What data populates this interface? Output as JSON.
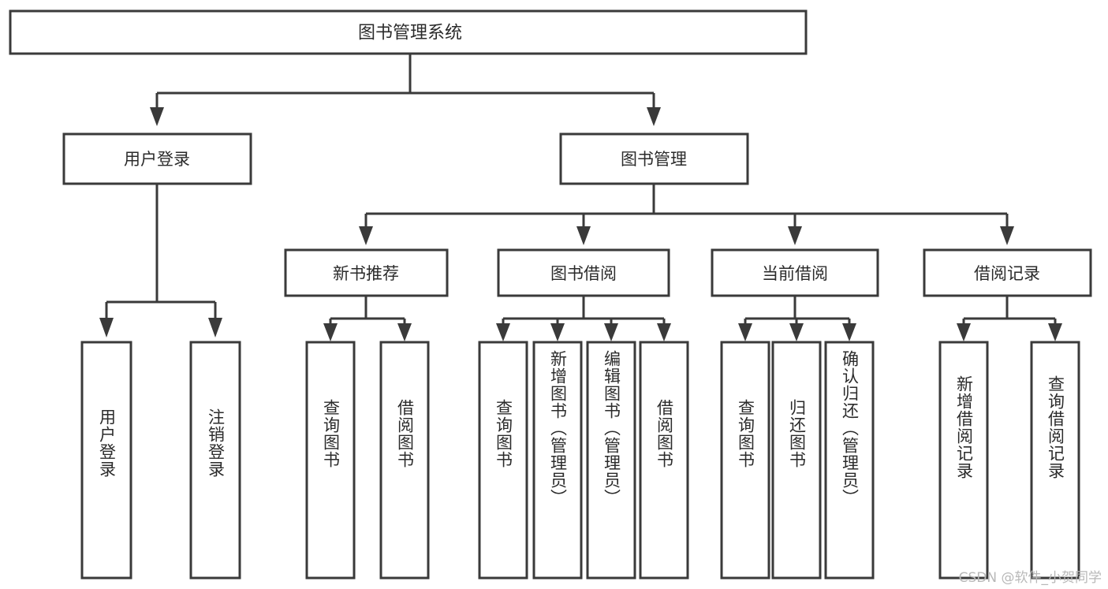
{
  "diagram": {
    "type": "tree-hierarchy",
    "orientation": "top-down",
    "root": {
      "id": "root",
      "label": "图书管理系统",
      "orientation": "horizontal"
    },
    "level2": [
      {
        "id": "user-login",
        "label": "用户登录",
        "orientation": "horizontal"
      },
      {
        "id": "book-manage",
        "label": "图书管理",
        "orientation": "horizontal"
      }
    ],
    "level3": [
      {
        "id": "new-book-recommend",
        "label": "新书推荐",
        "orientation": "horizontal",
        "parent": "book-manage"
      },
      {
        "id": "book-borrow",
        "label": "图书借阅",
        "orientation": "horizontal",
        "parent": "book-manage"
      },
      {
        "id": "current-borrow",
        "label": "当前借阅",
        "orientation": "horizontal",
        "parent": "book-manage"
      },
      {
        "id": "borrow-record",
        "label": "借阅记录",
        "orientation": "horizontal",
        "parent": "book-manage"
      }
    ],
    "leaves": [
      {
        "id": "leaf-user-login",
        "label": "用户登录",
        "orientation": "vertical",
        "parent": "user-login"
      },
      {
        "id": "leaf-logout-login",
        "label": "注销登录",
        "orientation": "vertical",
        "parent": "user-login"
      },
      {
        "id": "leaf-query-book-1",
        "label": "查询图书",
        "orientation": "vertical",
        "parent": "new-book-recommend"
      },
      {
        "id": "leaf-borrow-book-1",
        "label": "借阅图书",
        "orientation": "vertical",
        "parent": "new-book-recommend"
      },
      {
        "id": "leaf-query-book-2",
        "label": "查询图书",
        "orientation": "vertical",
        "parent": "book-borrow"
      },
      {
        "id": "leaf-add-book",
        "label": "新增图书（管理员）",
        "orientation": "vertical",
        "parent": "book-borrow"
      },
      {
        "id": "leaf-edit-book",
        "label": "编辑图书（管理员）",
        "orientation": "vertical",
        "parent": "book-borrow"
      },
      {
        "id": "leaf-borrow-book-2",
        "label": "借阅图书",
        "orientation": "vertical",
        "parent": "book-borrow"
      },
      {
        "id": "leaf-query-book-3",
        "label": "查询图书",
        "orientation": "vertical",
        "parent": "current-borrow"
      },
      {
        "id": "leaf-return-book",
        "label": "归还图书",
        "orientation": "vertical",
        "parent": "current-borrow"
      },
      {
        "id": "leaf-confirm-return",
        "label": "确认归还（管理员）",
        "orientation": "vertical",
        "parent": "current-borrow"
      },
      {
        "id": "leaf-add-record",
        "label": "新增借阅记录",
        "orientation": "vertical",
        "parent": "borrow-record"
      },
      {
        "id": "leaf-query-record",
        "label": "查询借阅记录",
        "orientation": "vertical",
        "parent": "borrow-record"
      }
    ],
    "colors": {
      "box_stroke": "#3a3a3a",
      "box_fill": "#ffffff",
      "text": "#2b2b2b",
      "connector": "#3a3a3a",
      "background": "#ffffff",
      "watermark": "#b8b8b8"
    }
  },
  "watermark": {
    "text": "CSDN @软件_小贺同学"
  }
}
